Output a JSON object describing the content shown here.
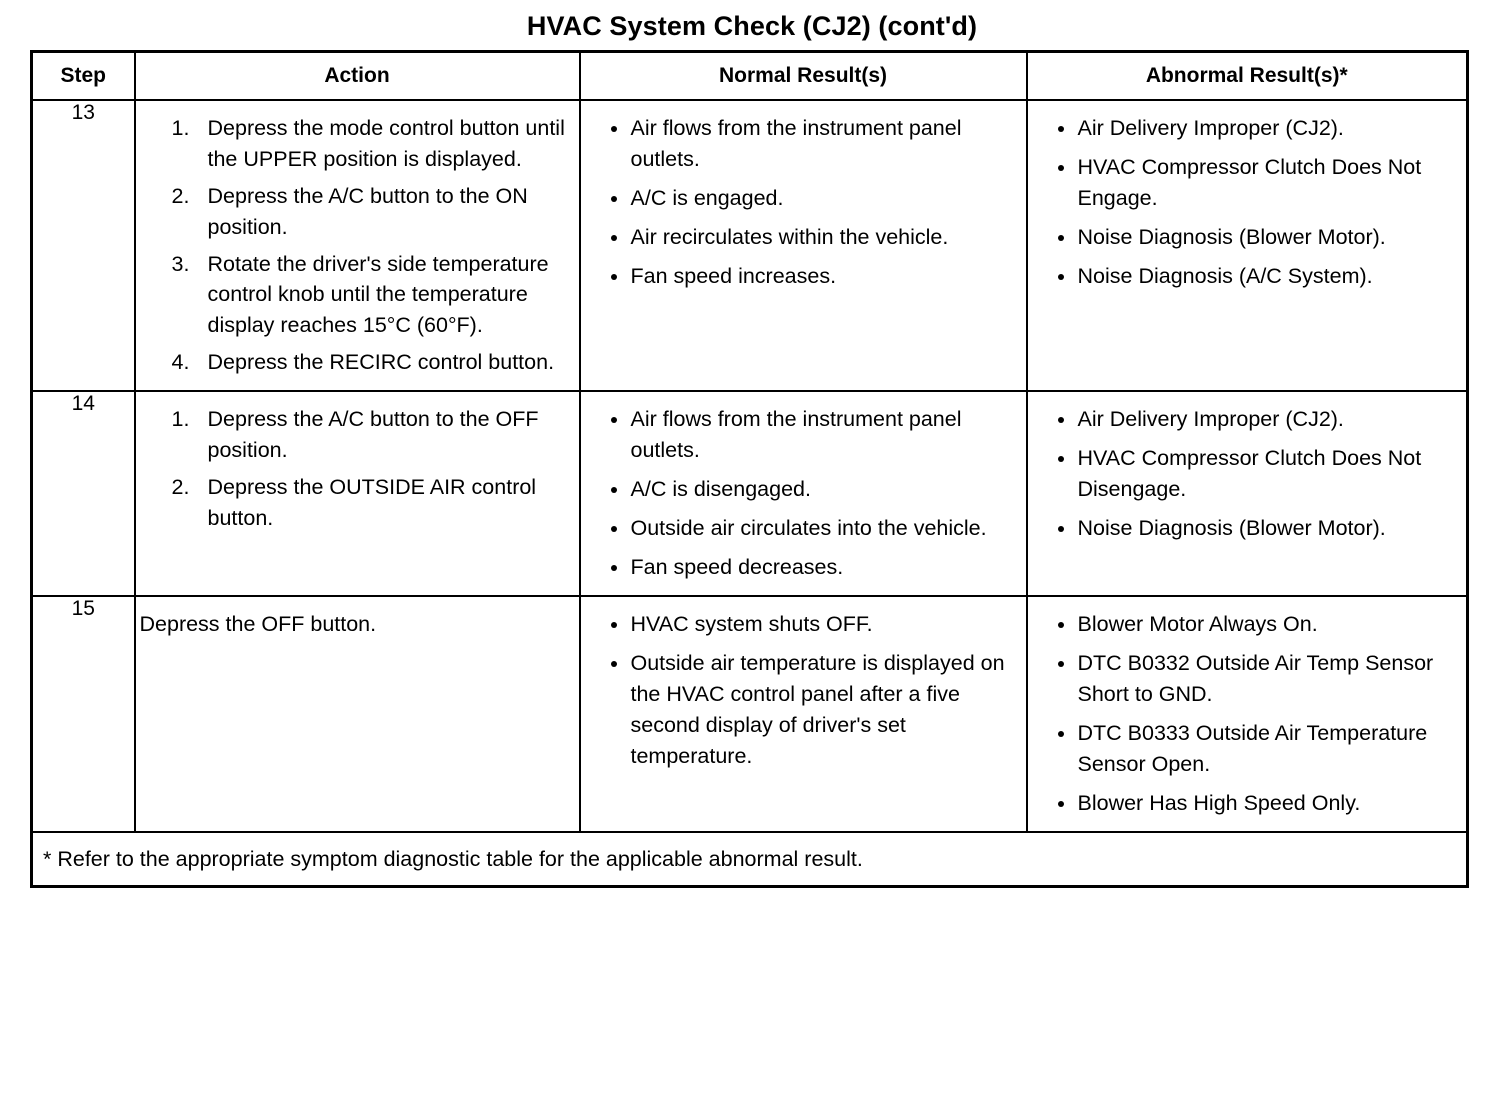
{
  "document": {
    "title": "HVAC System Check (CJ2) (cont'd)"
  },
  "table": {
    "headers": {
      "step": "Step",
      "action": "Action",
      "normal": "Normal Result(s)",
      "abnormal": "Abnormal Result(s)*"
    },
    "rows": [
      {
        "step": "13",
        "action_type": "numbered",
        "actions": [
          {
            "num": "1.",
            "text": "Depress the mode control button until the UPPER position is displayed."
          },
          {
            "num": "2.",
            "text": "Depress the A/C button to the ON position."
          },
          {
            "num": "3.",
            "text": "Rotate the driver's side temperature control knob until the temperature display reaches 15°C (60°F)."
          },
          {
            "num": "4.",
            "text": "Depress the RECIRC control button."
          }
        ],
        "normal": [
          "Air flows from the instrument panel outlets.",
          "A/C is engaged.",
          "Air recirculates within the vehicle.",
          "Fan speed increases."
        ],
        "abnormal": [
          "Air Delivery Improper (CJ2).",
          "HVAC Compressor Clutch Does Not Engage.",
          "Noise Diagnosis (Blower Motor).",
          "Noise Diagnosis (A/C System)."
        ]
      },
      {
        "step": "14",
        "action_type": "numbered",
        "actions": [
          {
            "num": "1.",
            "text": "Depress the A/C button to the OFF position."
          },
          {
            "num": "2.",
            "text": "Depress the OUTSIDE AIR control button."
          }
        ],
        "normal": [
          "Air flows from the instrument panel outlets.",
          "A/C is disengaged.",
          "Outside air circulates into the vehicle.",
          "Fan speed decreases."
        ],
        "abnormal": [
          "Air Delivery Improper (CJ2).",
          "HVAC Compressor Clutch Does Not Disengage.",
          "Noise Diagnosis (Blower Motor)."
        ]
      },
      {
        "step": "15",
        "action_type": "plain",
        "action_text": "Depress the OFF button.",
        "normal": [
          "HVAC system shuts OFF.",
          "Outside air temperature is displayed on the HVAC control panel after a five second display of driver's set temperature."
        ],
        "abnormal": [
          "Blower Motor Always On.",
          "DTC B0332 Outside Air Temp Sensor Short to GND.",
          "DTC B0333 Outside Air Temperature Sensor Open.",
          "Blower Has High Speed Only."
        ]
      }
    ],
    "footnote": "* Refer to the appropriate symptom diagnostic table for the applicable abnormal result."
  }
}
